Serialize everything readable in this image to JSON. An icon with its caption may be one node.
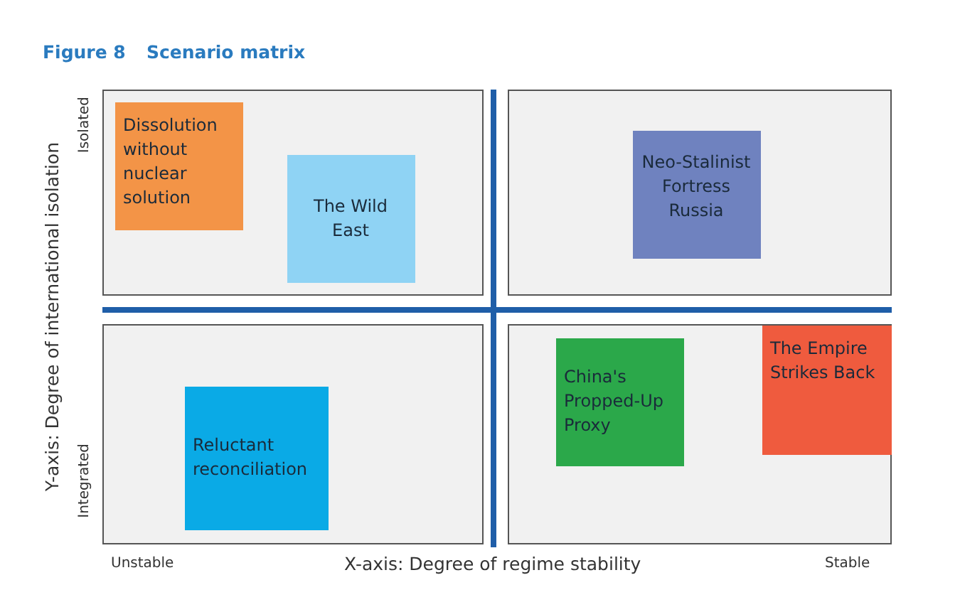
{
  "diagram": {
    "title": "Scenario matrix",
    "nodes": [
      {
        "text": [],
        "shape": "box"
      },
      {
        "text": [
          "Dissolution without nuclear solution"
        ],
        "in": 0
      },
      {
        "text": [
          "The Wild East"
        ],
        "in": 0
      },
      {
        "text": [],
        "shape": "box"
      },
      {
        "text": [
          "Neo-Stalinist Fortress Russia"
        ],
        "in": 3
      },
      {
        "text": [],
        "shape": "box"
      },
      {
        "text": [
          "Reluctant reconciliation"
        ],
        "in": 5
      },
      {
        "text": [],
        "shape": "box"
      },
      {
        "text": [
          "China's Propped-Up Proxy"
        ],
        "in": 7
      },
      {
        "text": [
          "The Empire Strikes Back"
        ],
        "in": 7
      }
    ],
    "edges": [],
    "labels": [
      "Figure 8",
      "Isolated",
      "Y-axis: Degree of international isolation",
      "Integrated",
      "Unstable",
      "X-axis: Degree of regime stability",
      "Stable"
    ]
  }
}
